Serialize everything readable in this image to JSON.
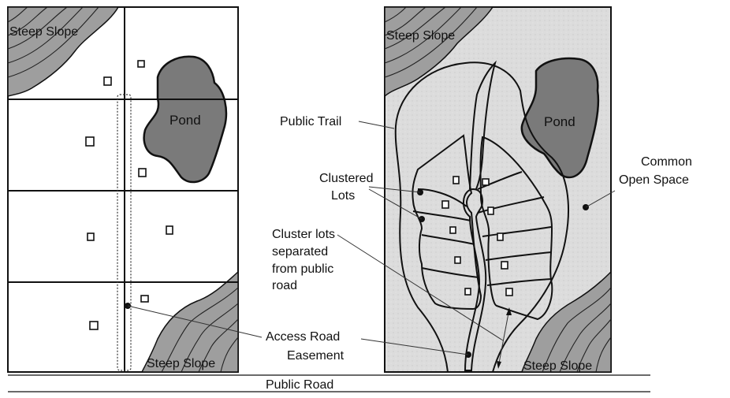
{
  "conventional": {
    "steep_slope_top": "Steep Slope",
    "steep_slope_bottom": "Steep Slope",
    "pond": "Pond"
  },
  "cluster": {
    "steep_slope_top": "Steep Slope",
    "steep_slope_bottom": "Steep Slope",
    "pond": "Pond"
  },
  "callouts": {
    "public_trail": "Public Trail",
    "clustered_lots": [
      "Clustered",
      "Lots"
    ],
    "cluster_separated": [
      "Cluster lots",
      "separated",
      "from public",
      "road"
    ],
    "access_road": [
      "Access Road",
      "Easement"
    ],
    "common_open_space": [
      "Common",
      "Open Space"
    ],
    "public_road": "Public Road"
  },
  "colors": {
    "open_space": "#dcdcdc",
    "pond": "#7a7a7a",
    "slope": "#9e9e9e"
  }
}
